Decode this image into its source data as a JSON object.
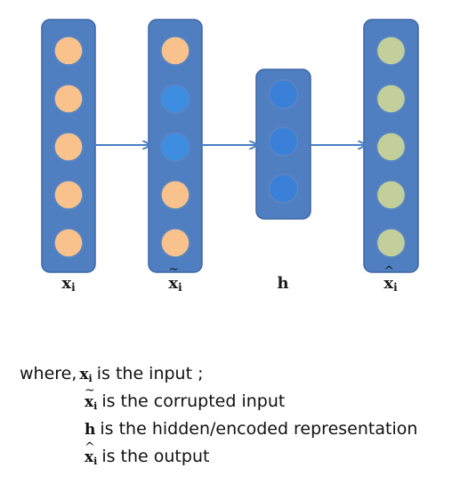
{
  "columns": [
    {
      "id": "input",
      "label": "x",
      "label_sub": "i",
      "accent": "",
      "node_colors": [
        "#f9c28c",
        "#f9c28c",
        "#f9c28c",
        "#f9c28c",
        "#f9c28c"
      ]
    },
    {
      "id": "corrupted",
      "label": "x",
      "label_sub": "i",
      "accent": "tilde",
      "node_colors": [
        "#f9c28c",
        "#3d8de0",
        "#3d8de0",
        "#f9c28c",
        "#f9c28c"
      ]
    },
    {
      "id": "hidden",
      "label": "h",
      "label_sub": "",
      "accent": "",
      "node_colors": [
        "#3a7fd8",
        "#3a7fd8",
        "#3a7fd8"
      ]
    },
    {
      "id": "output",
      "label": "x",
      "label_sub": "i",
      "accent": "caret",
      "node_colors": [
        "#c2cf9a",
        "#c2cf9a",
        "#c2cf9a",
        "#c2cf9a",
        "#c2cf9a"
      ]
    }
  ],
  "legend": {
    "prefix": "where,",
    "items": [
      {
        "sym": "x",
        "sym_sub": "i",
        "accent": "",
        "text": "is the  input ;"
      },
      {
        "sym": "x",
        "sym_sub": "i",
        "accent": "tilde",
        "text": "is the corrupted input"
      },
      {
        "sym": "h",
        "sym_sub": "",
        "accent": "",
        "text": "is the hidden/encoded representation"
      },
      {
        "sym": "x",
        "sym_sub": "i",
        "accent": "caret",
        "text": "is the output"
      }
    ]
  },
  "colors": {
    "panel_fill": "#4f7fc1",
    "panel_stroke": "#3c67a6",
    "arrow": "#4a7fc4",
    "node_stroke": "#5b86c2"
  }
}
